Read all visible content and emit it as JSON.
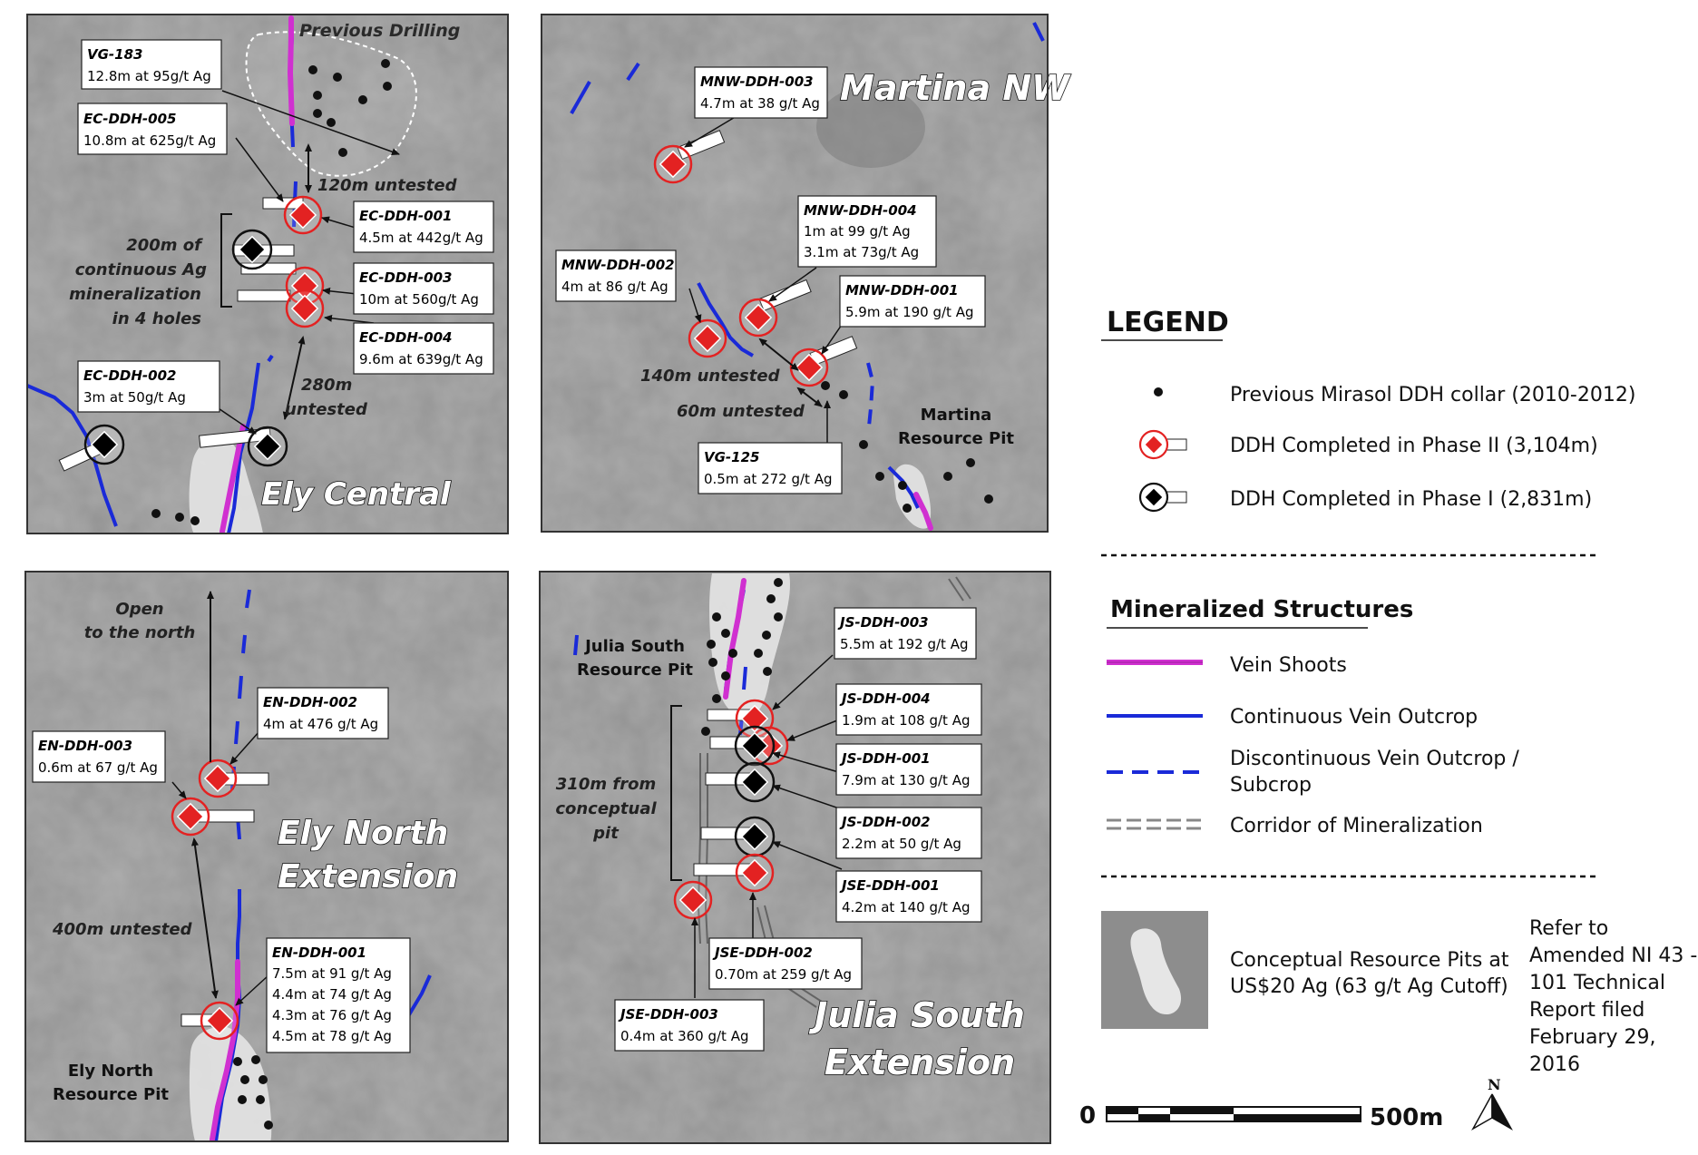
{
  "panels": {
    "ely_central": {
      "title": "Ely Central",
      "previous_drilling": "Previous Drilling",
      "gap_120": "120m untested",
      "gap_280a": "280m",
      "gap_280b": "untested",
      "bracket": [
        "200m of",
        "continuous Ag",
        "mineralization",
        "in 4 holes"
      ],
      "holes": [
        {
          "id": "VG-183",
          "result": "12.8m at 95g/t Ag"
        },
        {
          "id": "EC-DDH-005",
          "result": "10.8m at 625g/t Ag"
        },
        {
          "id": "EC-DDH-001",
          "result": "4.5m at 442g/t Ag"
        },
        {
          "id": "EC-DDH-003",
          "result": "10m at 560g/t Ag"
        },
        {
          "id": "EC-DDH-004",
          "result": "9.6m at 639g/t Ag"
        },
        {
          "id": "EC-DDH-002",
          "result": "3m at 50g/t Ag"
        }
      ]
    },
    "martina_nw": {
      "title": "Martina NW",
      "pit_label": [
        "Martina",
        "Resource Pit"
      ],
      "gap_140": "140m untested",
      "gap_60": "60m untested",
      "holes": [
        {
          "id": "MNW-DDH-003",
          "result": "4.7m at 38 g/t Ag"
        },
        {
          "id": "MNW-DDH-004",
          "result": "1m at 99 g/t Ag",
          "result2": "3.1m at 73g/t Ag"
        },
        {
          "id": "MNW-DDH-002",
          "result": "4m at 86 g/t Ag"
        },
        {
          "id": "MNW-DDH-001",
          "result": "5.9m at 190 g/t Ag"
        },
        {
          "id": "VG-125",
          "result": "0.5m at 272 g/t Ag"
        }
      ]
    },
    "ely_north": {
      "title1": "Ely North",
      "title2": "Extension",
      "open1": "Open",
      "open2": "to the north",
      "gap_400": "400m untested",
      "pit_label": [
        "Ely North",
        "Resource Pit"
      ],
      "holes": [
        {
          "id": "EN-DDH-002",
          "result": "4m at 476 g/t Ag"
        },
        {
          "id": "EN-DDH-003",
          "result": "0.6m at 67 g/t Ag"
        },
        {
          "id": "EN-DDH-001",
          "results": [
            "7.5m at 91 g/t Ag",
            "4.4m at 74 g/t Ag",
            "4.3m at 76 g/t Ag",
            "4.5m at 78 g/t Ag"
          ]
        }
      ]
    },
    "julia_south": {
      "title1": "Julia South",
      "title2": "Extension",
      "pit_label": [
        "Julia South",
        "Resource Pit"
      ],
      "bracket": [
        "310m from",
        "conceptual",
        "pit"
      ],
      "holes": [
        {
          "id": "JS-DDH-003",
          "result": "5.5m at 192 g/t Ag"
        },
        {
          "id": "JS-DDH-004",
          "result": "1.9m at 108 g/t Ag"
        },
        {
          "id": "JS-DDH-001",
          "result": "7.9m at 130 g/t Ag"
        },
        {
          "id": "JS-DDH-002",
          "result": "2.2m at 50 g/t Ag"
        },
        {
          "id": "JSE-DDH-001",
          "result": "4.2m at 140 g/t Ag"
        },
        {
          "id": "JSE-DDH-002",
          "result": "0.70m at 259 g/t Ag"
        },
        {
          "id": "JSE-DDH-003",
          "result": "0.4m at 360 g/t Ag"
        }
      ]
    }
  },
  "legend": {
    "title": "LEGEND",
    "items": [
      "Previous Mirasol DDH collar (2010-2012)",
      "DDH Completed in Phase II (3,104m)",
      "DDH Completed in Phase I (2,831m)"
    ],
    "structures_title": "Mineralized Structures",
    "structures": [
      "Vein Shoots",
      "Continuous Vein Outcrop",
      "Discontinuous Vein Outcrop /",
      "Subcrop",
      "Corridor of Mineralization"
    ],
    "pits_label": [
      "Conceptual Resource Pits at",
      "US$20 Ag (63 g/t Ag Cutoff)"
    ],
    "reference": [
      "Refer to",
      "Amended NI 43 -",
      "101 Technical",
      "Report filed",
      "February 29,",
      "2016"
    ],
    "scale_start": "0",
    "scale_end": "500m",
    "north": "N"
  },
  "colors": {
    "vein_shoot": "#d030d0",
    "vein_outcrop": "#1a2ad8",
    "phase2": "#e32222",
    "phase1": "#000000",
    "pit": "#e4e4e4",
    "map_bg": "#8c8c8c"
  }
}
